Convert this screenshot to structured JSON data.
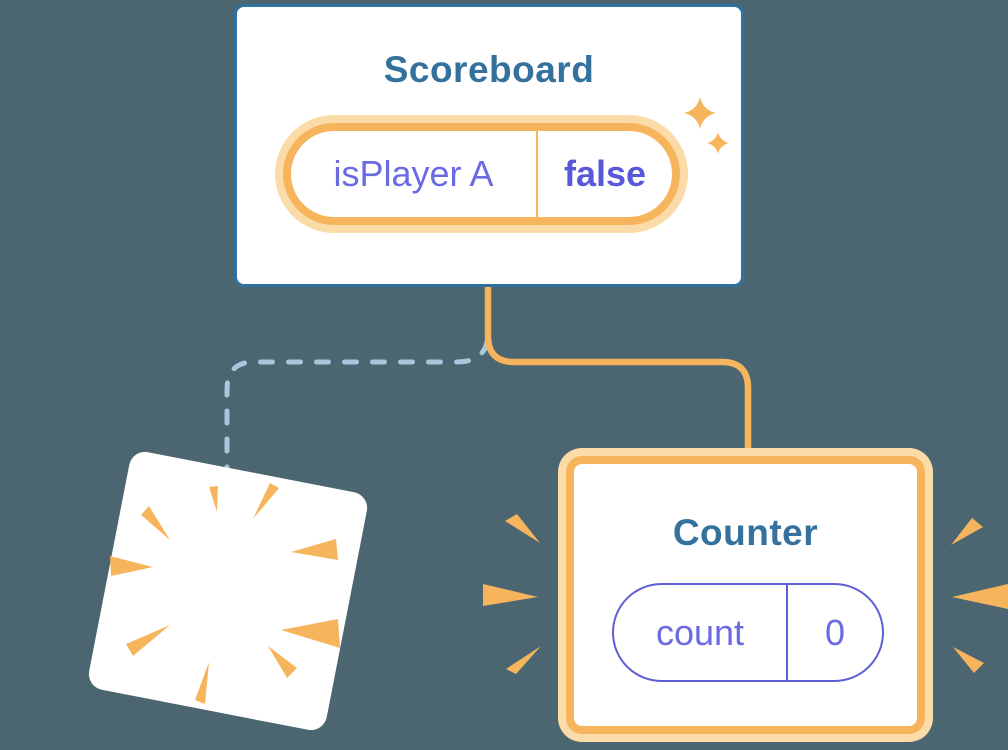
{
  "diagram": {
    "scoreboard": {
      "title": "Scoreboard",
      "state_pill": {
        "label": "isPlayer A",
        "value": "false"
      }
    },
    "counter": {
      "title": "Counter",
      "state_pill": {
        "label": "count",
        "value": "0"
      }
    },
    "icons": {
      "sparkles": "sparkles-icon",
      "poof": "poof-burst-icon",
      "emphasis_left": "emphasis-burst-left-icon",
      "emphasis_right": "emphasis-burst-right-icon"
    }
  },
  "colors": {
    "background": "#4C6671",
    "card_border_blue": "#2F72A1",
    "title_blue": "#34719D",
    "accent_orange": "#F6B55C",
    "accent_orange_light": "#FBDCA9",
    "state_label_purple": "#6A6AE2",
    "state_value_purple": "#5858D8",
    "counter_pill_purple": "#5E5ED6",
    "dashed_connector_blue": "#A9C7DC"
  }
}
